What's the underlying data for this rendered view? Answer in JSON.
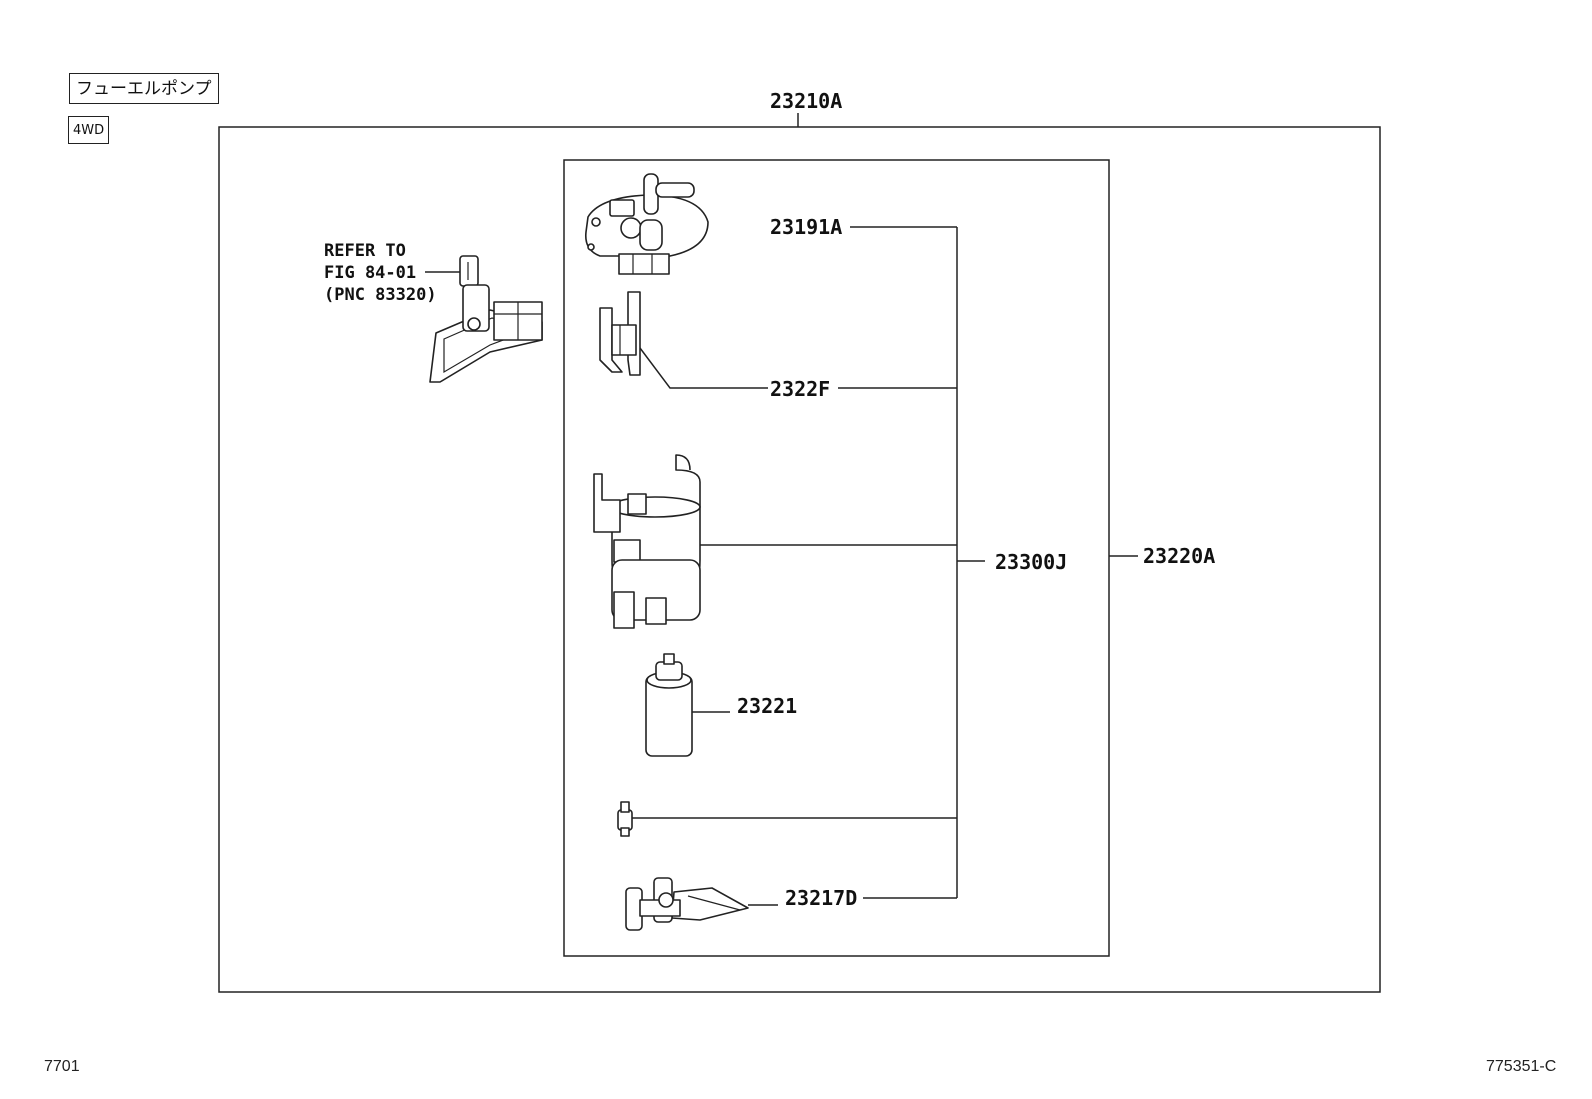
{
  "header": {
    "title_tag": "フューエルポンプ",
    "variant_tag": "4WD"
  },
  "callouts": {
    "assembly": "23210A",
    "pump_sub_assembly": "23220A",
    "filter_group": "23300J",
    "plate": "23191A",
    "bracket": "2322F",
    "pump": "23221",
    "tube_set": "23217D"
  },
  "reference_note": {
    "line1": "REFER TO",
    "line2": "FIG 84-01",
    "line3": "(PNC 83320)"
  },
  "footer": {
    "left_code": "7701",
    "right_code": "775351-C"
  }
}
